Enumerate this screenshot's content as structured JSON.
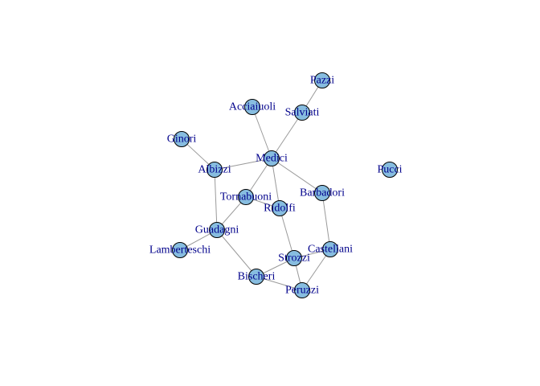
{
  "graph": {
    "nodes": [
      {
        "id": "Pazzi",
        "label": "Pazzi"
      },
      {
        "id": "Acciaiuoli",
        "label": "Acciaiuoli"
      },
      {
        "id": "Salviati",
        "label": "Salviati"
      },
      {
        "id": "Ginori",
        "label": "Ginori"
      },
      {
        "id": "Medici",
        "label": "Medici"
      },
      {
        "id": "Albizzi",
        "label": "Albizzi"
      },
      {
        "id": "Pucci",
        "label": "Pucci"
      },
      {
        "id": "Tornabuoni",
        "label": "Tornabuoni"
      },
      {
        "id": "Barbadori",
        "label": "Barbadori"
      },
      {
        "id": "Ridolfi",
        "label": "Ridolfi"
      },
      {
        "id": "Guadagni",
        "label": "Guadagni"
      },
      {
        "id": "Lamberteschi",
        "label": "Lamberteschi"
      },
      {
        "id": "Strozzi",
        "label": "Strozzi"
      },
      {
        "id": "Castellani",
        "label": "Castellani"
      },
      {
        "id": "Bischeri",
        "label": "Bischeri"
      },
      {
        "id": "Peruzzi",
        "label": "Peruzzi"
      }
    ],
    "edges": [
      [
        "Pazzi",
        "Salviati"
      ],
      [
        "Salviati",
        "Medici"
      ],
      [
        "Acciaiuoli",
        "Medici"
      ],
      [
        "Ginori",
        "Albizzi"
      ],
      [
        "Albizzi",
        "Medici"
      ],
      [
        "Albizzi",
        "Guadagni"
      ],
      [
        "Medici",
        "Tornabuoni"
      ],
      [
        "Medici",
        "Ridolfi"
      ],
      [
        "Medici",
        "Barbadori"
      ],
      [
        "Tornabuoni",
        "Guadagni"
      ],
      [
        "Tornabuoni",
        "Ridolfi"
      ],
      [
        "Ridolfi",
        "Strozzi"
      ],
      [
        "Barbadori",
        "Castellani"
      ],
      [
        "Guadagni",
        "Lamberteschi"
      ],
      [
        "Guadagni",
        "Bischeri"
      ],
      [
        "Bischeri",
        "Strozzi"
      ],
      [
        "Bischeri",
        "Peruzzi"
      ],
      [
        "Strozzi",
        "Castellani"
      ],
      [
        "Strozzi",
        "Peruzzi"
      ],
      [
        "Castellani",
        "Peruzzi"
      ]
    ],
    "colors": {
      "node_fill": "#87bde0",
      "node_stroke": "#000000",
      "edge": "#9a9a9a",
      "label": "#00008b"
    }
  }
}
